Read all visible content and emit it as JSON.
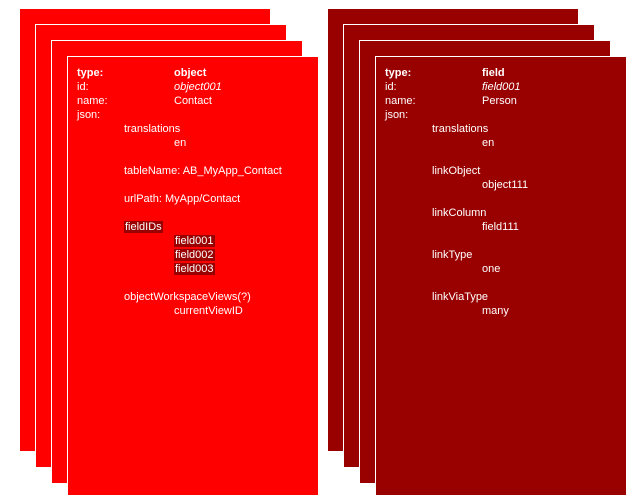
{
  "colors": {
    "object_card": "#ff0000",
    "field_card": "#990000",
    "highlight": "#990000"
  },
  "object_card": {
    "type_label": "type:",
    "type_value": "object",
    "id_label": "id:",
    "id_value": "object001",
    "name_label": "name:",
    "name_value": "Contact",
    "json_label": "json:",
    "translations": "translations",
    "translations_value": "en",
    "tableName": "tableName: AB_MyApp_Contact",
    "urlPath": "urlPath: MyApp/Contact",
    "fieldIDs": "fieldIDs",
    "fields": [
      "field001",
      "field002",
      "field003"
    ],
    "workspaceViews": "objectWorkspaceViews(?)",
    "currentViewID": "currentViewID"
  },
  "field_card": {
    "type_label": "type:",
    "type_value": "field",
    "id_label": "id:",
    "id_value": "field001",
    "name_label": "name:",
    "name_value": "Person",
    "json_label": "json:",
    "translations": "translations",
    "translations_value": "en",
    "linkObject": "linkObject",
    "linkObject_value": "object111",
    "linkColumn": "linkColumn",
    "linkColumn_value": "field111",
    "linkType": "linkType",
    "linkType_value": "one",
    "linkViaType": "linkViaType",
    "linkViaType_value": "many"
  }
}
